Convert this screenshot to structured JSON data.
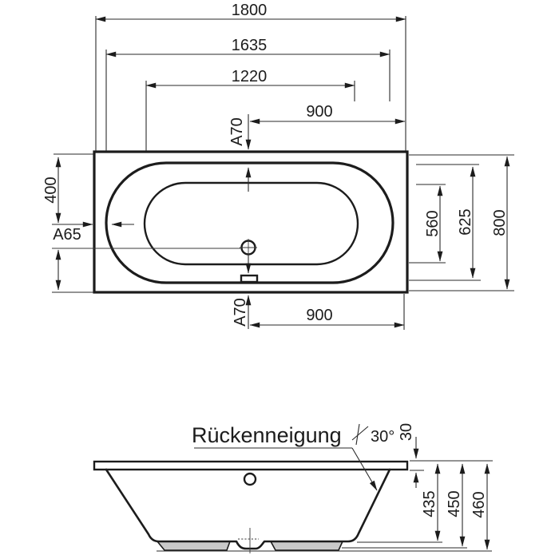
{
  "colors": {
    "line": "#1c1c1c",
    "pad_fill": "#c9c9c9",
    "background": "#ffffff"
  },
  "top_view": {
    "overall_length": "1800",
    "rim_length": "1635",
    "basin_length": "1220",
    "drain_distance_top": "900",
    "drain_label_top": "A70",
    "half_width": "400",
    "overflow_label": "A65",
    "basin_width": "560",
    "rim_width": "625",
    "overall_width": "800",
    "drain_distance_bottom": "900",
    "drain_label_bottom": "A70"
  },
  "side_view": {
    "back_slope_label": "Rückenneigung",
    "back_slope_angle": "30°",
    "rim_edge_height": "30",
    "inner_depth": "435",
    "shell_height": "450",
    "overall_height": "460"
  }
}
